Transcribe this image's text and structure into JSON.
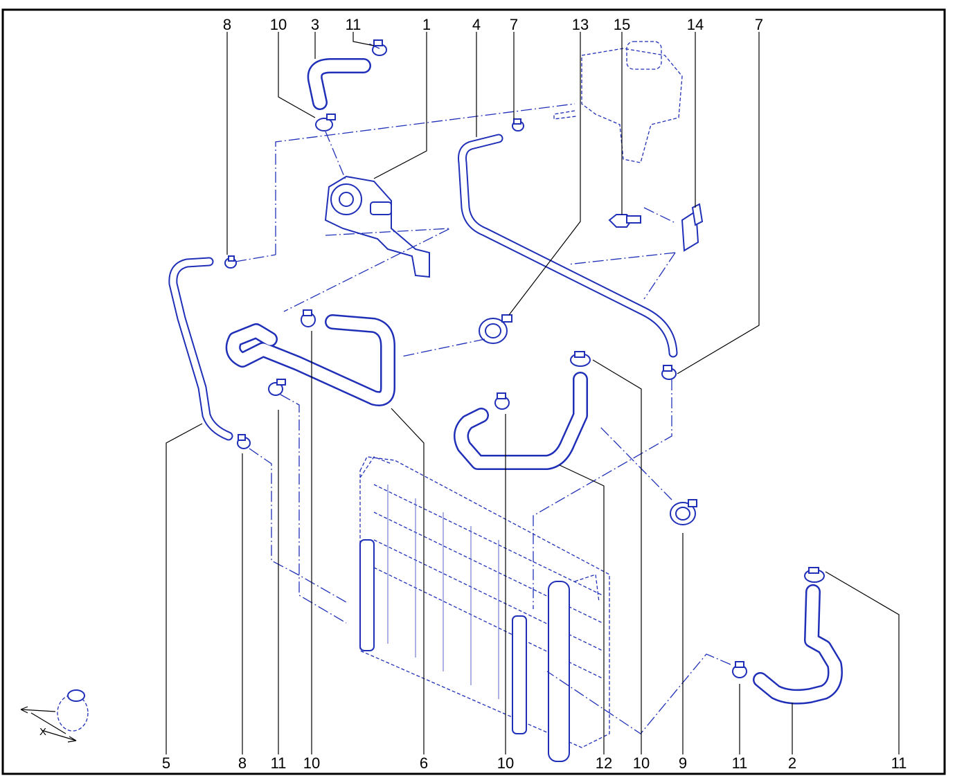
{
  "callouts": [
    {
      "text": "8"
    },
    {
      "text": "10"
    },
    {
      "text": "3"
    },
    {
      "text": "11"
    },
    {
      "text": "1"
    },
    {
      "text": "4"
    },
    {
      "text": "7"
    },
    {
      "text": "13"
    },
    {
      "text": "15"
    },
    {
      "text": "14"
    },
    {
      "text": "7"
    },
    {
      "text": "5"
    },
    {
      "text": "8"
    },
    {
      "text": "11"
    },
    {
      "text": "10"
    },
    {
      "text": "6"
    },
    {
      "text": "10"
    },
    {
      "text": "12"
    },
    {
      "text": "10"
    },
    {
      "text": "9"
    },
    {
      "text": "11"
    },
    {
      "text": "2"
    },
    {
      "text": "11"
    }
  ],
  "inset_label": "X",
  "colors": {
    "line": "#1f2fb8",
    "frame": "#000000",
    "background": "#ffffff"
  }
}
